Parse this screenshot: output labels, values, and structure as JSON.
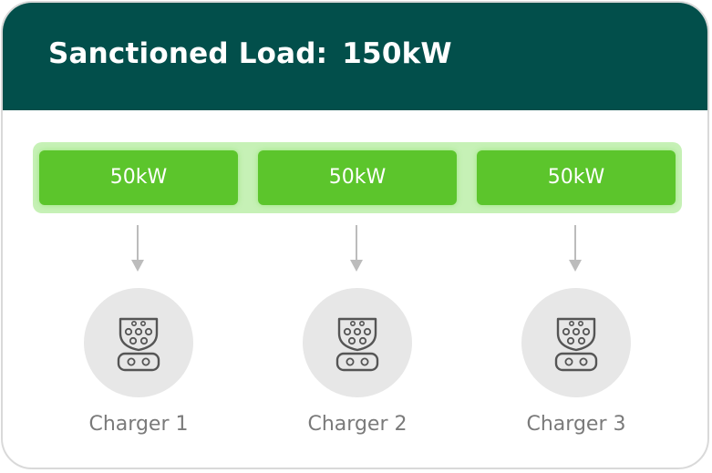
{
  "header": {
    "label": "Sanctioned Load:",
    "value": "150kW"
  },
  "segments": [
    {
      "label": "50kW"
    },
    {
      "label": "50kW"
    },
    {
      "label": "50kW"
    }
  ],
  "chargers": [
    {
      "label": "Charger 1",
      "icon": "ev-connector-icon"
    },
    {
      "label": "Charger 2",
      "icon": "ev-connector-icon"
    },
    {
      "label": "Charger 3",
      "icon": "ev-connector-icon"
    }
  ],
  "colors": {
    "header_bg": "#024f4b",
    "segment": "#5cc52c",
    "strip": "#c6f1b6",
    "circle": "#e7e7e7",
    "label_text": "#7a7a7a"
  }
}
